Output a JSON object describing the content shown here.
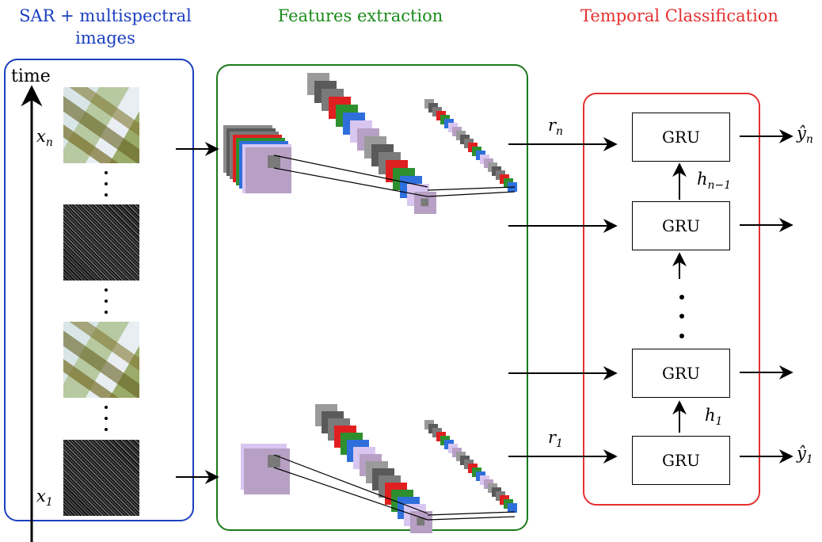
{
  "sections": {
    "input_title": "SAR + multispectral images",
    "features_title": "Features extraction",
    "temporal_title": "Temporal Classification"
  },
  "axis": {
    "time_label": "time"
  },
  "inputs": {
    "top": "x",
    "top_sub": "n",
    "bottom": "x",
    "bottom_sub": "1"
  },
  "gru_label": "GRU",
  "representations": {
    "top": "r",
    "top_sub": "n",
    "bottom": "r",
    "bottom_sub": "1"
  },
  "hidden": {
    "upper": "h",
    "upper_sub": "n−1",
    "lower": "h",
    "lower_sub": "1"
  },
  "outputs": {
    "top": "ŷ",
    "top_sub": "n",
    "bottom": "ŷ",
    "bottom_sub": "1"
  },
  "colors": {
    "input_box": "#1a3fbf",
    "features_box": "#1a7a1a",
    "temporal_box": "#e53030",
    "input_title": "#1a3fbf",
    "features_title": "#1a8a1a",
    "temporal_title": "#e53030"
  }
}
